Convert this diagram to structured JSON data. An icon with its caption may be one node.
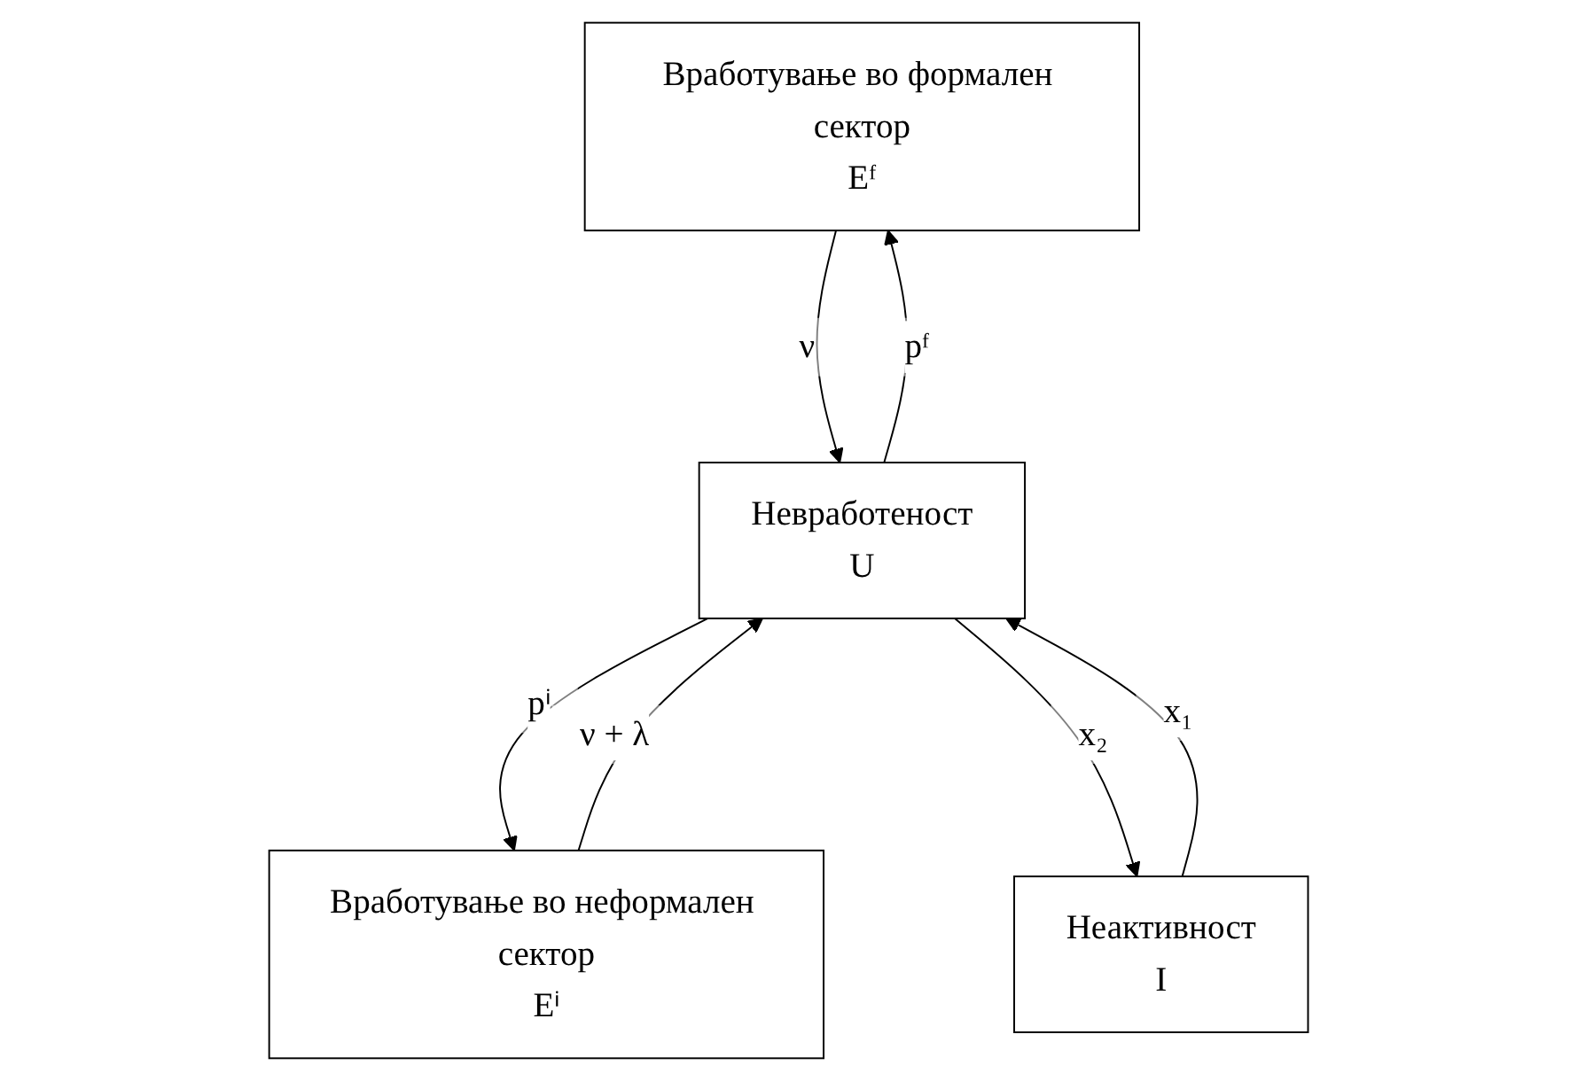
{
  "diagram": {
    "nodes": [
      {
        "text": [
          "Вработување во формален сектор",
          "Eᶠ"
        ]
      },
      {
        "text": [
          "Вработување во неформален сектор",
          "Eⁱ"
        ]
      },
      {
        "text": [
          "Невработеност",
          "U"
        ]
      },
      {
        "text": [
          "Неактивност",
          "I"
        ]
      }
    ],
    "edges": [
      {
        "from": 0,
        "to": 2,
        "arrow": "to",
        "label": "ν"
      },
      {
        "from": 2,
        "to": 0,
        "arrow": "to",
        "label": "pᶠ"
      },
      {
        "from": 1,
        "to": 2,
        "arrow": "to",
        "label": "ν + λ"
      },
      {
        "from": 2,
        "to": 1,
        "arrow": "to",
        "label": "pⁱ"
      },
      {
        "from": 3,
        "to": 2,
        "arrow": "to",
        "label": "x₁"
      },
      {
        "from": 2,
        "to": 3,
        "arrow": "to",
        "label": "x₂"
      }
    ]
  }
}
